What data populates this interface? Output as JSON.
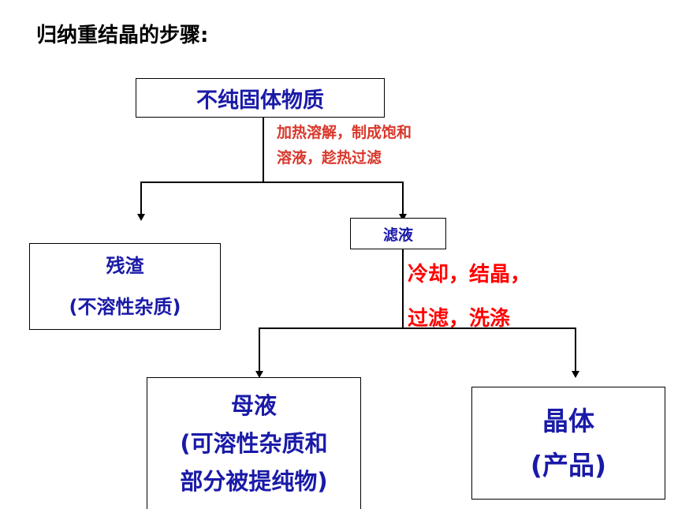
{
  "title": "归纳重结晶的步骤:",
  "colors": {
    "box_text": "#1a1aa8",
    "step_text_1": "#d9372b",
    "step_text_2": "#ff0000",
    "lines": "#000000"
  },
  "nodes": {
    "impure_solid": "不纯固体物质",
    "filtrate": "滤液",
    "residue": {
      "line1": "残渣",
      "line2": "(不溶性杂质)"
    },
    "mother_liquor": {
      "line1": "母液",
      "line2": "(可溶性杂质和",
      "line3": "部分被提纯物)"
    },
    "crystal": {
      "line1": "晶体",
      "line2": "(产品)"
    }
  },
  "steps": {
    "step1_line1": "加热溶解，制成饱和",
    "step1_line2": "溶液，趁热过滤",
    "step2_line1": "冷却，结晶，",
    "step2_line2": "过滤，洗涤"
  }
}
